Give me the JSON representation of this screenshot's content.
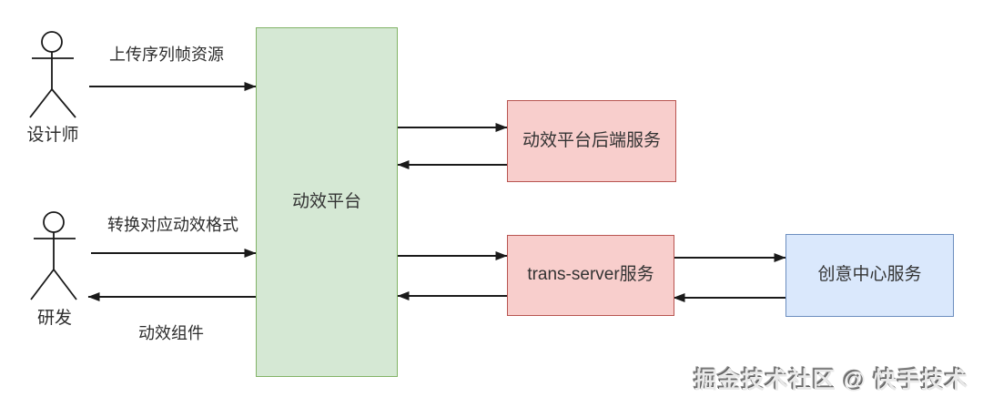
{
  "diagram": {
    "background_color": "#ffffff",
    "line_color": "#1a1a1a",
    "actors": {
      "designer": {
        "label": "设计师"
      },
      "developer": {
        "label": "研发"
      }
    },
    "nodes": {
      "platform": {
        "label": "动效平台",
        "fill": "#d5e8d4",
        "border": "#82b366"
      },
      "backend": {
        "label": "动效平台后端服务",
        "fill": "#f8cecc",
        "border": "#b85450"
      },
      "trans_server": {
        "label": "trans-server服务",
        "fill": "#f8cecc",
        "border": "#b85450"
      },
      "creative_center": {
        "label": "创意中心服务",
        "fill": "#dae8fc",
        "border": "#6c8ebf"
      }
    },
    "edges": {
      "upload": {
        "label": "上传序列帧资源",
        "from": "designer",
        "to": "platform"
      },
      "convert": {
        "label": "转换对应动效格式",
        "from": "developer",
        "to": "platform"
      },
      "component": {
        "label": "动效组件",
        "from": "platform",
        "to": "developer"
      },
      "platform_to_backend": {
        "label": "",
        "from": "platform",
        "to": "backend"
      },
      "backend_to_platform": {
        "label": "",
        "from": "backend",
        "to": "platform"
      },
      "platform_to_trans": {
        "label": "",
        "from": "platform",
        "to": "trans_server"
      },
      "trans_to_platform": {
        "label": "",
        "from": "trans_server",
        "to": "platform"
      },
      "trans_to_creative": {
        "label": "",
        "from": "trans_server",
        "to": "creative_center"
      },
      "creative_to_trans": {
        "label": "",
        "from": "creative_center",
        "to": "trans_server"
      }
    },
    "watermark": {
      "text": "掘金技术社区 @ 快手技术"
    }
  }
}
